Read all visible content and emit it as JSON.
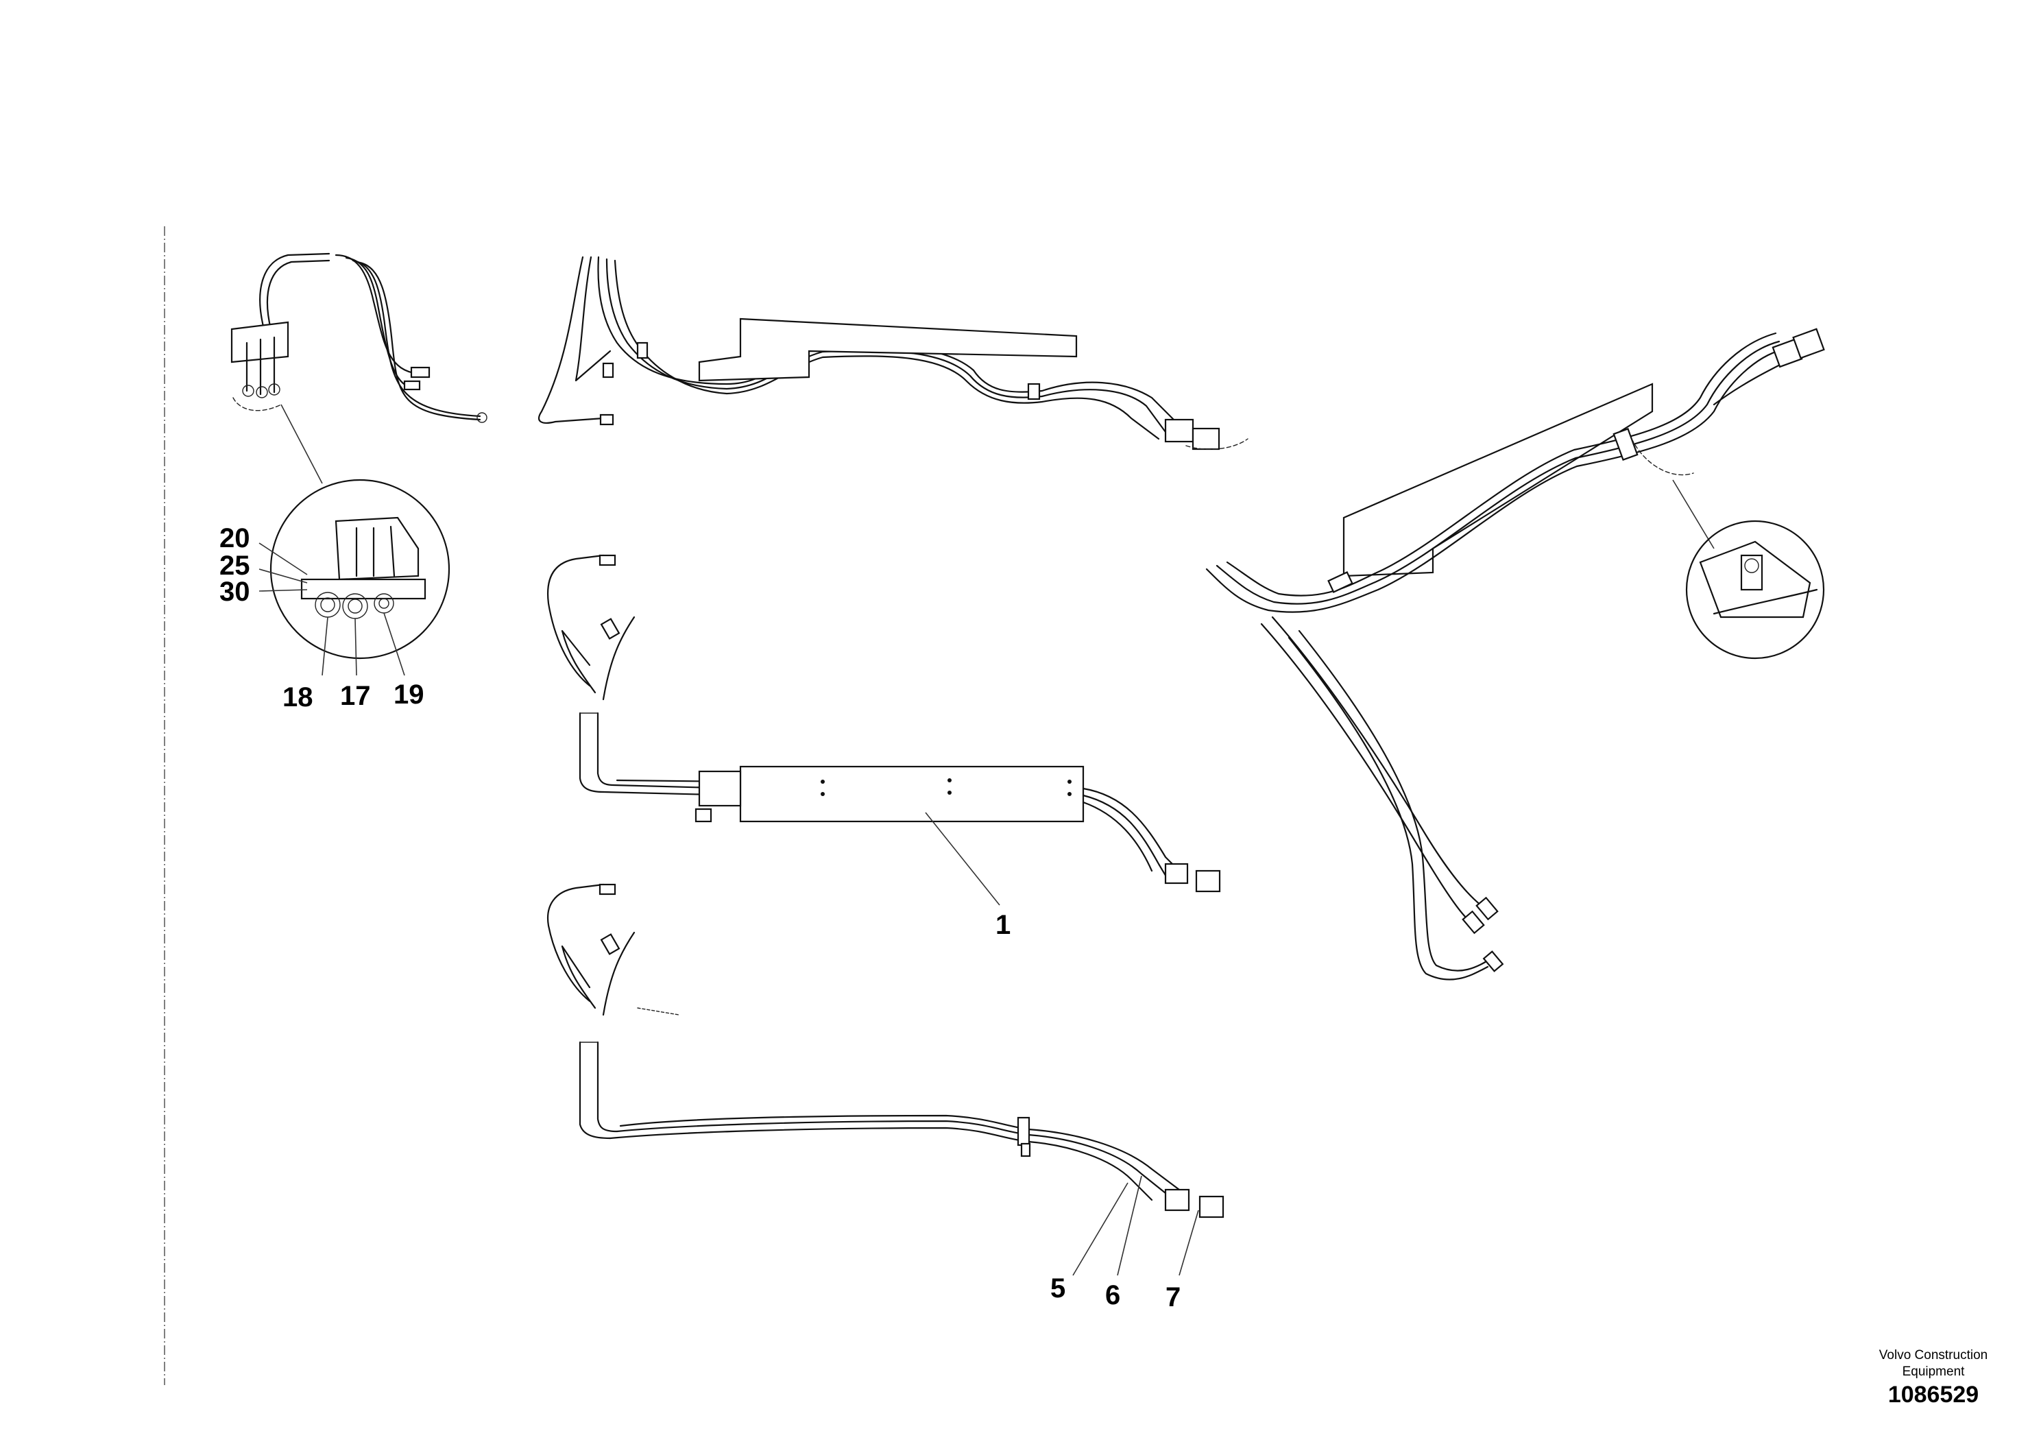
{
  "callouts": {
    "c20": "20",
    "c25": "25",
    "c30": "30",
    "c18": "18",
    "c17": "17",
    "c19": "19",
    "c1": "1",
    "c5": "5",
    "c6": "6",
    "c7": "7"
  },
  "footer": {
    "publisher_line1": "Volvo Construction",
    "publisher_line2": "Equipment",
    "document_number": "1086529"
  }
}
